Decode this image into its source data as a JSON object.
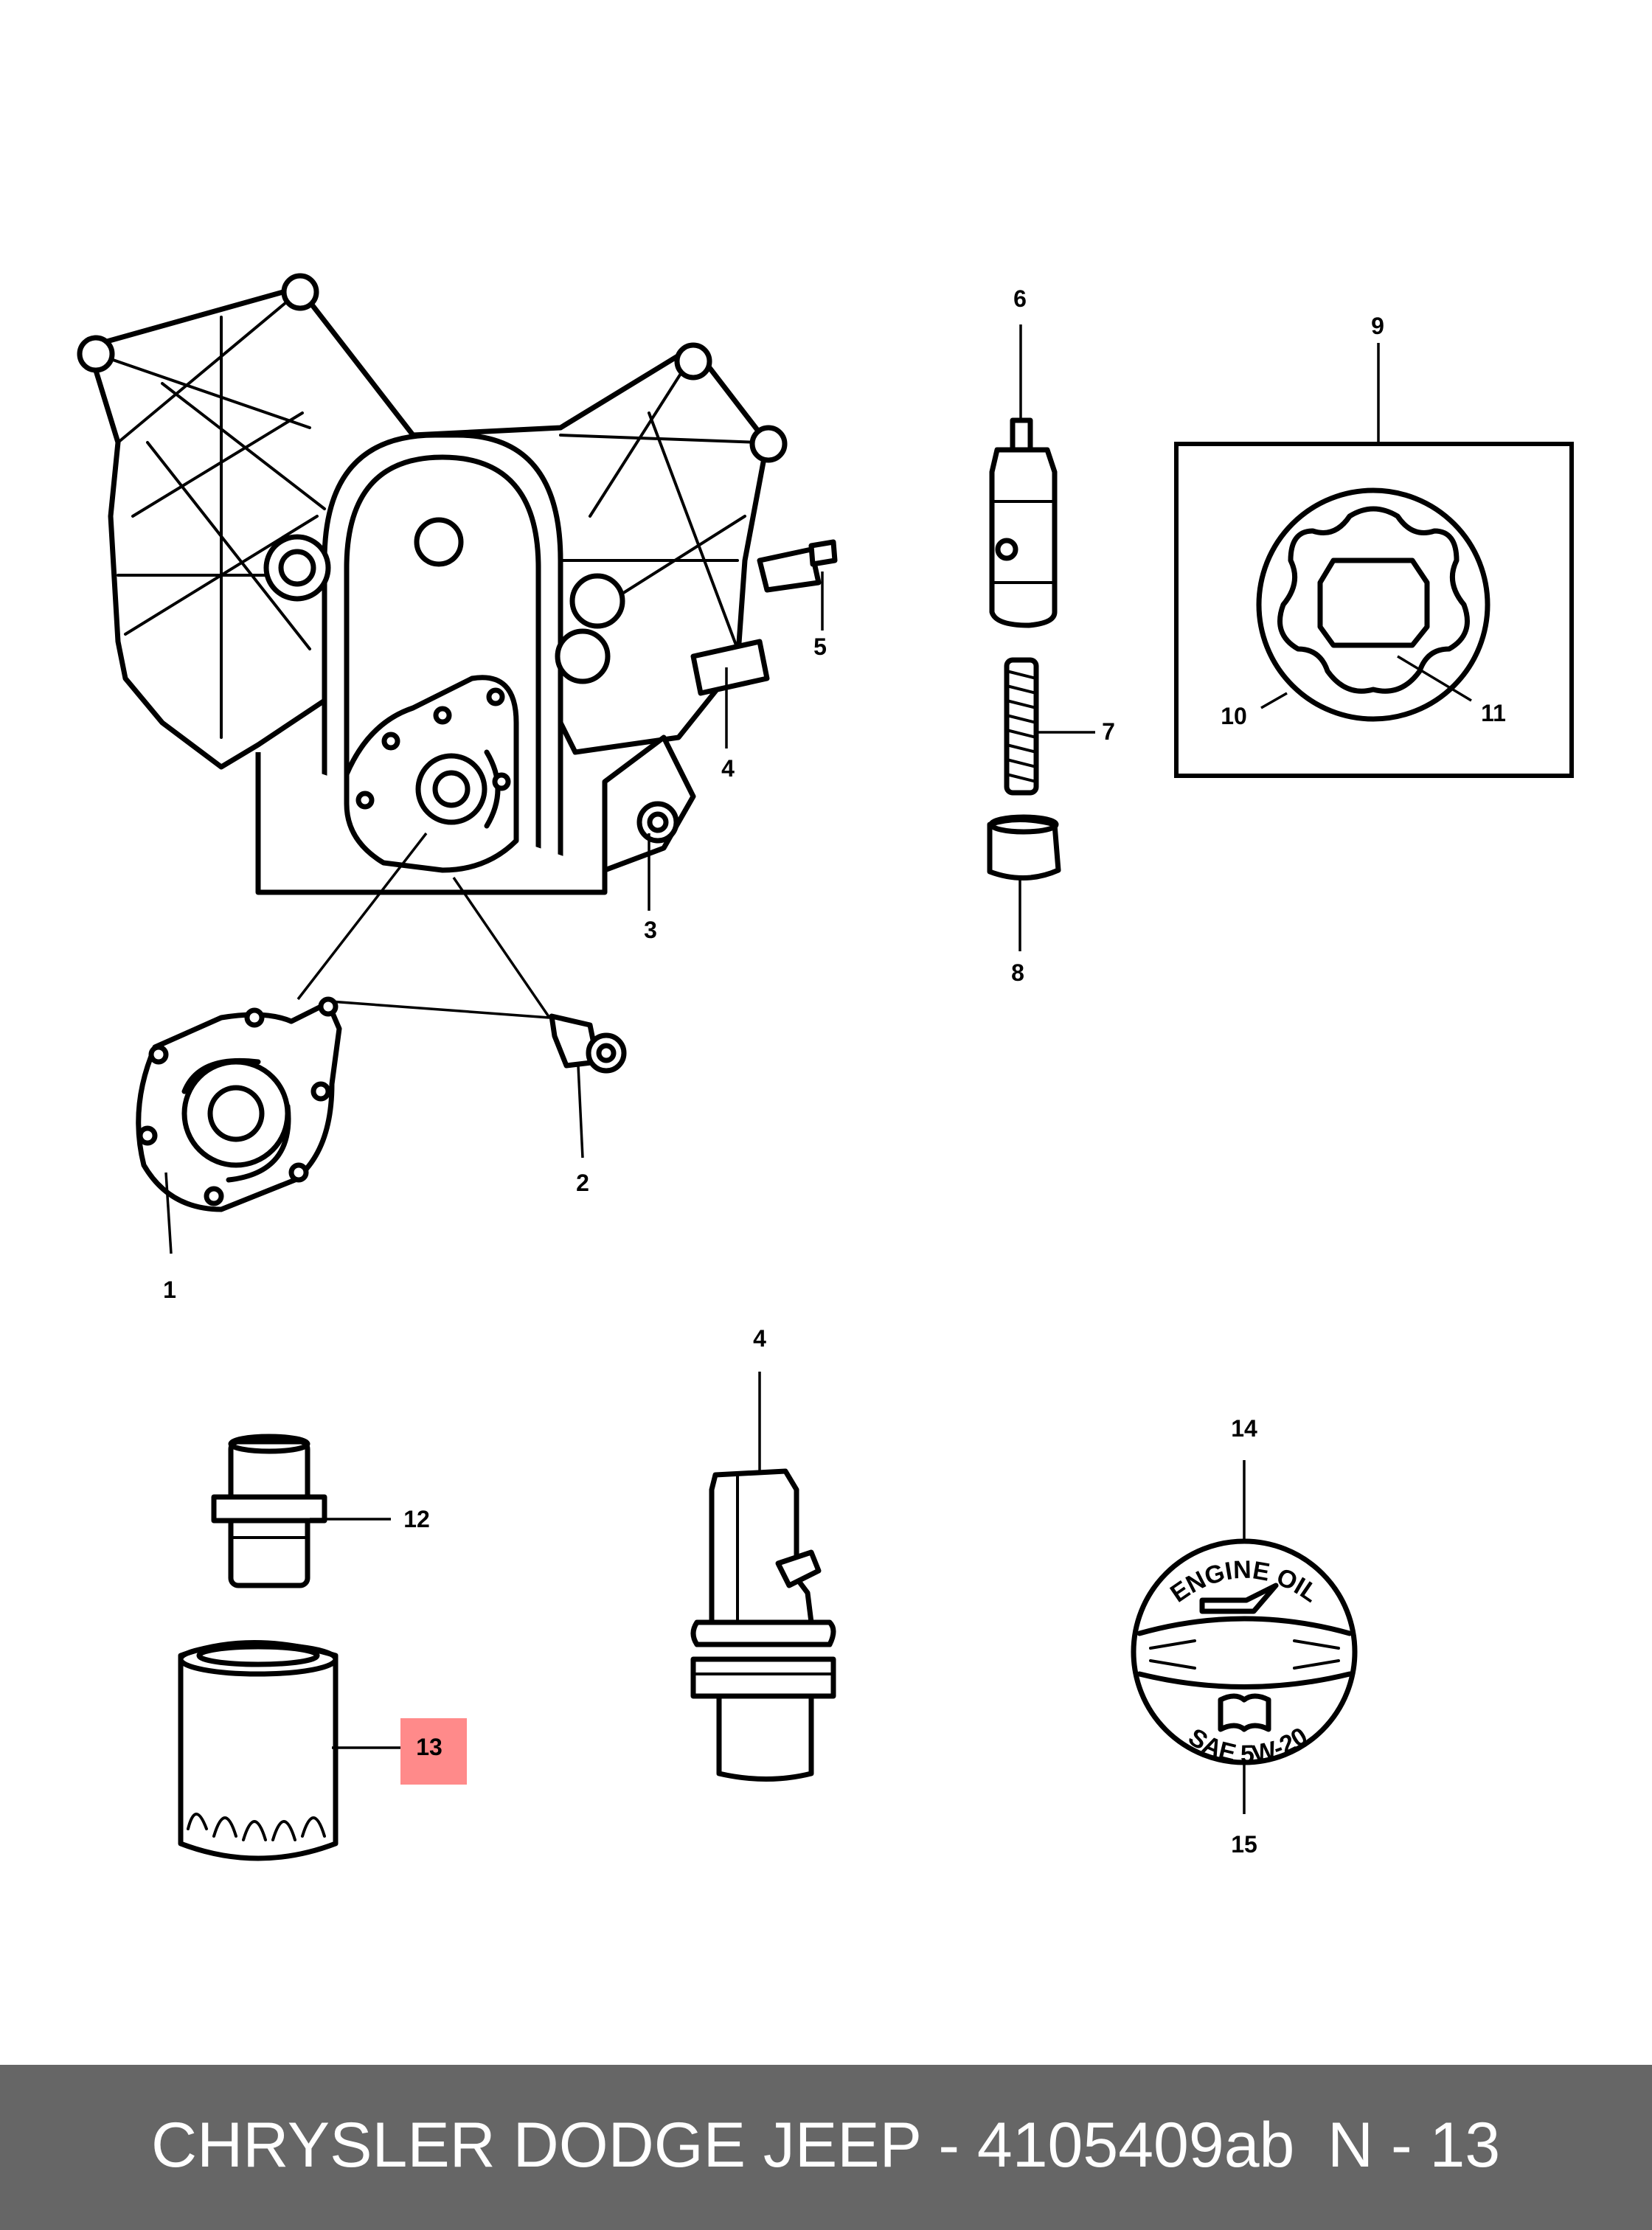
{
  "callouts": {
    "c1": "1",
    "c2": "2",
    "c3": "3",
    "c4a": "4",
    "c5": "5",
    "c6": "6",
    "c7": "7",
    "c8": "8",
    "c9": "9",
    "c10": "10",
    "c11": "11",
    "c4b": "4",
    "c12": "12",
    "c13": "13",
    "c14": "14",
    "c15": "15"
  },
  "highlight_color": "#ff8a8a",
  "cap_text": {
    "top": "ENGINE OIL",
    "bottom": "SAE 5W-20"
  },
  "footer": {
    "title": "CHRYSLER DODGE JEEP - 4105409ab",
    "page": "N - 13"
  }
}
